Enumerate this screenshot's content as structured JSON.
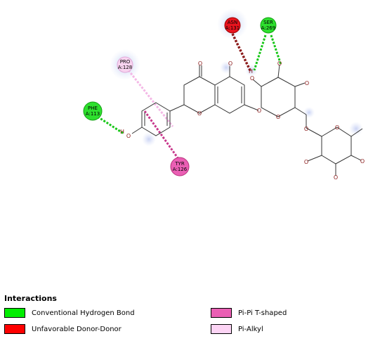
{
  "residues": {
    "asn": {
      "name": "ASN",
      "chain_num": "A:131",
      "type": "Unfavorable Donor-Donor",
      "color": "#e8141e"
    },
    "ser": {
      "name": "SER",
      "chain_num": "A:269",
      "type": "Conventional Hydrogen Bond",
      "color": "#2ee02e"
    },
    "pro": {
      "name": "PRO",
      "chain_num": "A:128",
      "type": "Pi-Alkyl",
      "color": "#f8d4f0"
    },
    "phe": {
      "name": "PHE",
      "chain_num": "A:113",
      "type": "Conventional Hydrogen Bond",
      "color": "#2ee02e"
    },
    "tyr": {
      "name": "TYR",
      "chain_num": "A:126",
      "type": "Pi-Pi T-shaped",
      "color": "#ea5fb4"
    }
  },
  "ligand_atoms": {
    "oxygen_label": "O",
    "hydrogen_label": "H"
  },
  "legend": {
    "title": "Interactions",
    "items": [
      {
        "label": "Conventional Hydrogen Bond",
        "color": "#00ee00"
      },
      {
        "label": "Unfavorable Donor-Donor",
        "color": "#ff0000"
      },
      {
        "label": "Pi-Pi T-shaped",
        "color": "#ea5fb4"
      },
      {
        "label": "Pi-Alkyl",
        "color": "#fcd4f4"
      }
    ]
  }
}
